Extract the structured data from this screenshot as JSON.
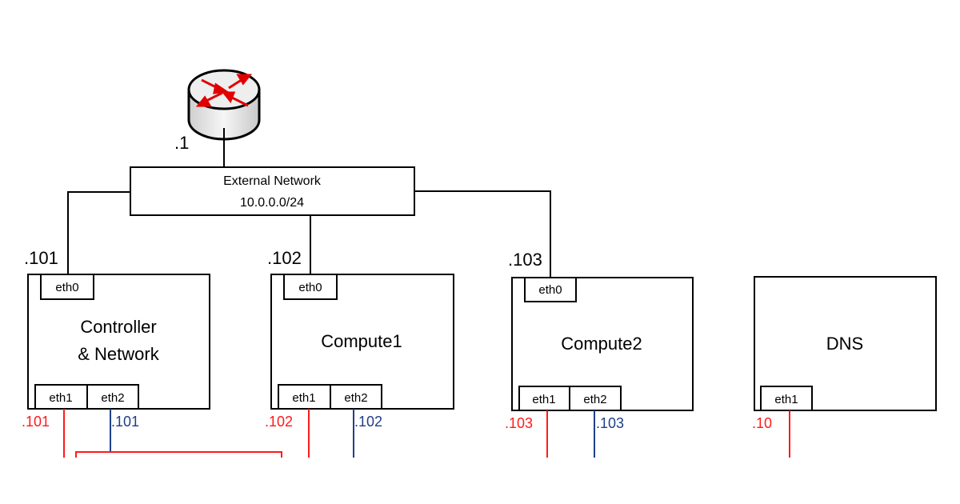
{
  "colors": {
    "line": "#000000",
    "management": "#ff1a1a",
    "tunnel": "#1f3f8a",
    "router_arrow": "#e00000"
  },
  "router": {
    "label": ".1"
  },
  "external_network": {
    "name": "External Network",
    "cidr": "10.0.0.0/24"
  },
  "nodes": [
    {
      "name_line1": "Controller",
      "name_line2": "&  Network",
      "eth0_ip": ".101",
      "eth0": "eth0",
      "eth1": "eth1",
      "eth2": "eth2",
      "eth1_ip": ".101",
      "eth2_ip": ".101"
    },
    {
      "name_line1": "Compute1",
      "eth0_ip": ".102",
      "eth0": "eth0",
      "eth1": "eth1",
      "eth2": "eth2",
      "eth1_ip": ".102",
      "eth2_ip": ".102"
    },
    {
      "name_line1": "Compute2",
      "eth0_ip": ".103",
      "eth0": "eth0",
      "eth1": "eth1",
      "eth2": "eth2",
      "eth1_ip": ".103",
      "eth2_ip": ".103"
    },
    {
      "name_line1": "DNS",
      "eth1": "eth1",
      "eth1_ip": ".10"
    }
  ]
}
